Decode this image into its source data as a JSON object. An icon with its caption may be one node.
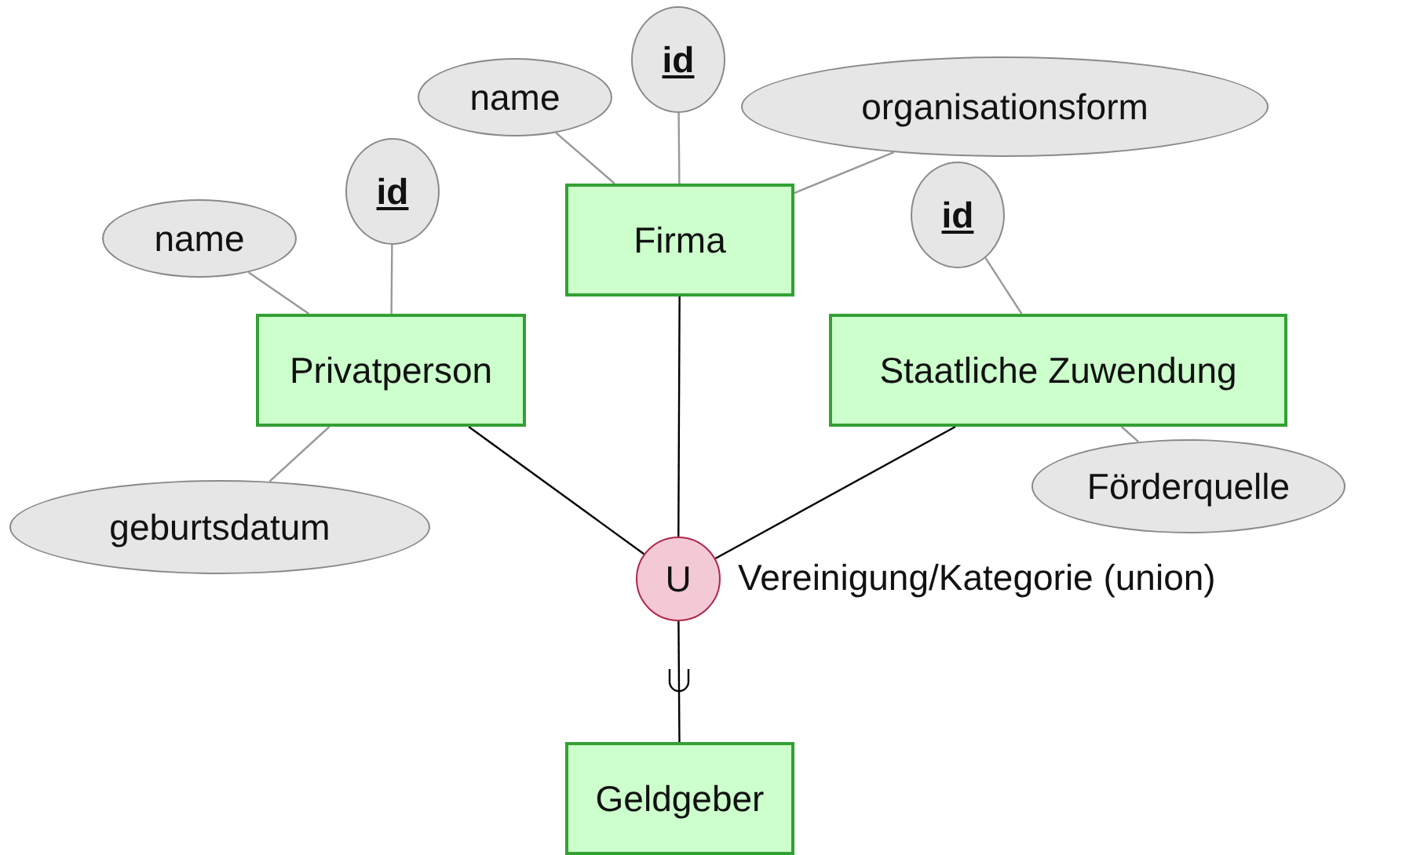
{
  "diagram": {
    "nodes": [
      {
        "text": [
          "Firma"
        ]
      },
      {
        "text": [
          "Privatperson"
        ]
      },
      {
        "text": [
          "Staatliche Zuwendung"
        ]
      },
      {
        "text": [
          "Geldgeber"
        ]
      },
      {
        "text": [
          "U"
        ],
        "beside": [
          "Vereinigung/Kategorie (union)"
        ]
      },
      {
        "text": [
          "id"
        ]
      },
      {
        "text": [
          "name"
        ]
      },
      {
        "text": [
          "organisationsform"
        ]
      },
      {
        "text": [
          "id"
        ]
      },
      {
        "text": [
          "name"
        ]
      },
      {
        "text": [
          "geburtsdatum"
        ]
      },
      {
        "text": [
          "id"
        ]
      },
      {
        "text": [
          "Förderquelle"
        ]
      }
    ],
    "edges": [
      {
        "from": 0,
        "to": 5,
        "arrow": "none"
      },
      {
        "from": 0,
        "to": 6,
        "arrow": "none"
      },
      {
        "from": 0,
        "to": 7,
        "arrow": "none"
      },
      {
        "from": 1,
        "to": 8,
        "arrow": "none"
      },
      {
        "from": 1,
        "to": 9,
        "arrow": "none"
      },
      {
        "from": 1,
        "to": 10,
        "arrow": "none"
      },
      {
        "from": 2,
        "to": 11,
        "arrow": "none"
      },
      {
        "from": 2,
        "to": 12,
        "arrow": "none"
      },
      {
        "from": 1,
        "to": 4,
        "arrow": "none",
        "color": "#000000"
      },
      {
        "from": 0,
        "to": 4,
        "arrow": "none",
        "color": "#000000"
      },
      {
        "from": 2,
        "to": 4,
        "arrow": "none",
        "color": "#000000"
      },
      {
        "from": 4,
        "to": 3,
        "arrow": "none",
        "color": "#000000"
      }
    ]
  }
}
